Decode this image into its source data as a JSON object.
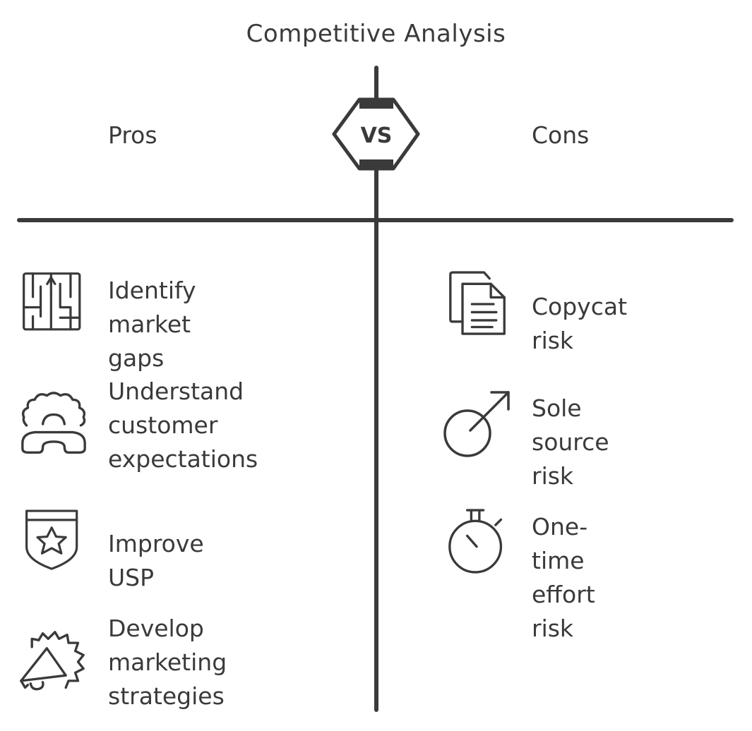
{
  "title": "Competitive Analysis",
  "badge": "VS",
  "pros": {
    "heading": "Pros",
    "items": [
      {
        "label": "Identify\nmarket gaps",
        "icon": "maze-icon"
      },
      {
        "label": "Understand\ncustomer\nexpectations",
        "icon": "frustrated-customer-icon"
      },
      {
        "label": "Improve USP",
        "icon": "star-shield-icon"
      },
      {
        "label": "Develop\nmarketing\nstrategies",
        "icon": "megaphone-icon"
      }
    ]
  },
  "cons": {
    "heading": "Cons",
    "items": [
      {
        "label": "Copycat risk",
        "icon": "copy-documents-icon"
      },
      {
        "label": "Sole source\nrisk",
        "icon": "single-arrow-icon"
      },
      {
        "label": "One-time\neffort risk",
        "icon": "stopwatch-icon"
      }
    ]
  }
}
